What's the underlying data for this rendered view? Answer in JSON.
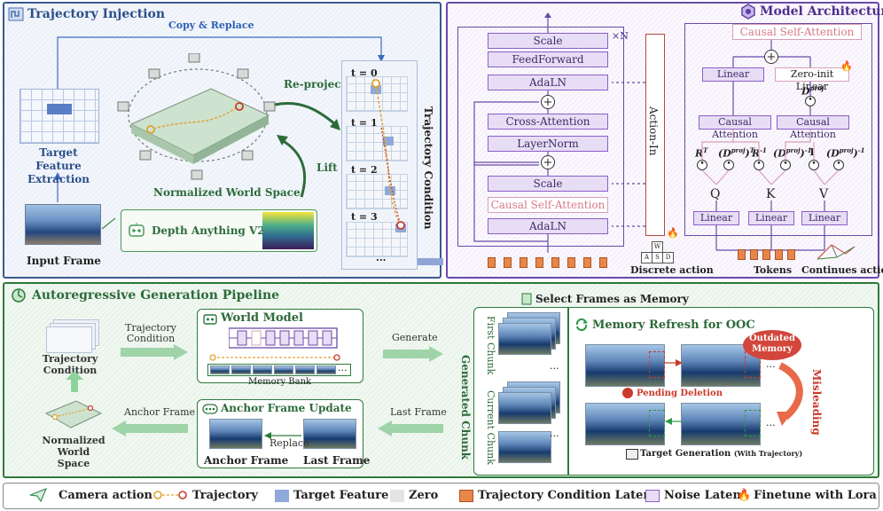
{
  "trajectory_injection": {
    "title": "Trajectory Injection",
    "copy_replace": "Copy & Replace",
    "target_feature_extraction": "Target Feature Extraction",
    "normalized_world_space": "Normalized World Space",
    "reproject": "Re-project",
    "lift": "Lift",
    "input_frame": "Input Frame",
    "depth_anything": "Depth Anything V2",
    "trajectory_condition": "Trajectory Condition",
    "time_labels": [
      "t = 0",
      "t = 1",
      "t = 2",
      "t = 3",
      "..."
    ]
  },
  "model_architecture": {
    "title": "Model Architecture",
    "block_repeat": "×N",
    "left_stack": [
      "Scale",
      "FeedForward",
      "AdaLN",
      "Cross-Attention",
      "LayerNorm",
      "Scale",
      "Causal Self-Attention",
      "AdaLN"
    ],
    "action_in": "Action-In",
    "discrete_action": "Discrete action",
    "keys": [
      "W",
      "A",
      "S",
      "D"
    ],
    "csa_title": "Causal Self-Attention",
    "linear": "Linear",
    "zero_init_linear": "Zero-init Linear",
    "dproj": "D",
    "dproj_sup": "proj",
    "causal_attention": "Causal Attention",
    "r_t": "R",
    "r_t_sup": "T",
    "d_t": "(D",
    "d_t_sup": "proj",
    "d_t_end": ")",
    "d_t_sup2": "T",
    "r_inv": "R",
    "r_inv_sup": "-1",
    "d_inv": "(D",
    "d_inv_sup": "proj",
    "d_inv_end": ")",
    "d_inv_sup2": "-1",
    "one": "1",
    "q": "Q",
    "k": "K",
    "v": "V",
    "tokens": "Tokens",
    "continues_action": "Continues action"
  },
  "pipeline": {
    "title": "Autoregressive Generation Pipeline",
    "trajectory_condition_left": "Trajectory Condition",
    "trajectory_condition_arrow": "Trajectory Condition",
    "world_model": "World Model",
    "memory_bank": "Memory Bank",
    "generate": "Generate",
    "anchor_frame_arrow": "Anchor Frame",
    "normalized_world_space": "Normalized World Space",
    "anchor_frame_update": "Anchor Frame Update",
    "replace": "Replace",
    "anchor_frame": "Anchor Frame",
    "last_frame": "Last Frame",
    "last_frame_arrow": "Last Frame",
    "select_frames_memory": "Select Frames as Memory",
    "first_chunk": "First Chunk",
    "current_chunk": "Current Chunk",
    "generated_chunk": "Generated Chunk",
    "memory_refresh": "Memory Refresh for OOC",
    "outdated_memory": "Outdated Memory",
    "pending_deletion": "Pending Deletion",
    "misleading": "Misleading",
    "target_generation": "Target Generation",
    "with_trajectory": "(With Trajectory)",
    "ellipsis": "..."
  },
  "legend": {
    "items": [
      "Camera action",
      "Trajectory",
      "Target Feature",
      "Zero",
      "Trajectory Condition Latent",
      "Noise Latent",
      "Finetune with Lora"
    ],
    "colors": {
      "target_feature": "#8fa9d8",
      "zero": "#e4e4e4",
      "traj_latent": "#e8864a",
      "noise_latent": "#e7ddf5"
    }
  }
}
